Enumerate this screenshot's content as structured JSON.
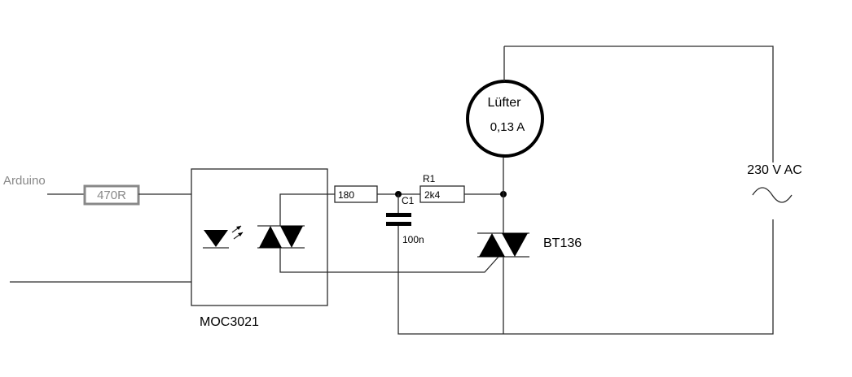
{
  "circuit": {
    "input_label": "Arduino",
    "resistor_input": "470R",
    "resistor_gate": "180",
    "resistor_r1_ref": "R1",
    "resistor_r1_value": "2k4",
    "capacitor_ref": "C1",
    "capacitor_value": "100n",
    "optocoupler": "MOC3021",
    "triac": "BT136",
    "fan_name": "Lüfter",
    "fan_current": "0,13 A",
    "supply": "230 V AC"
  }
}
